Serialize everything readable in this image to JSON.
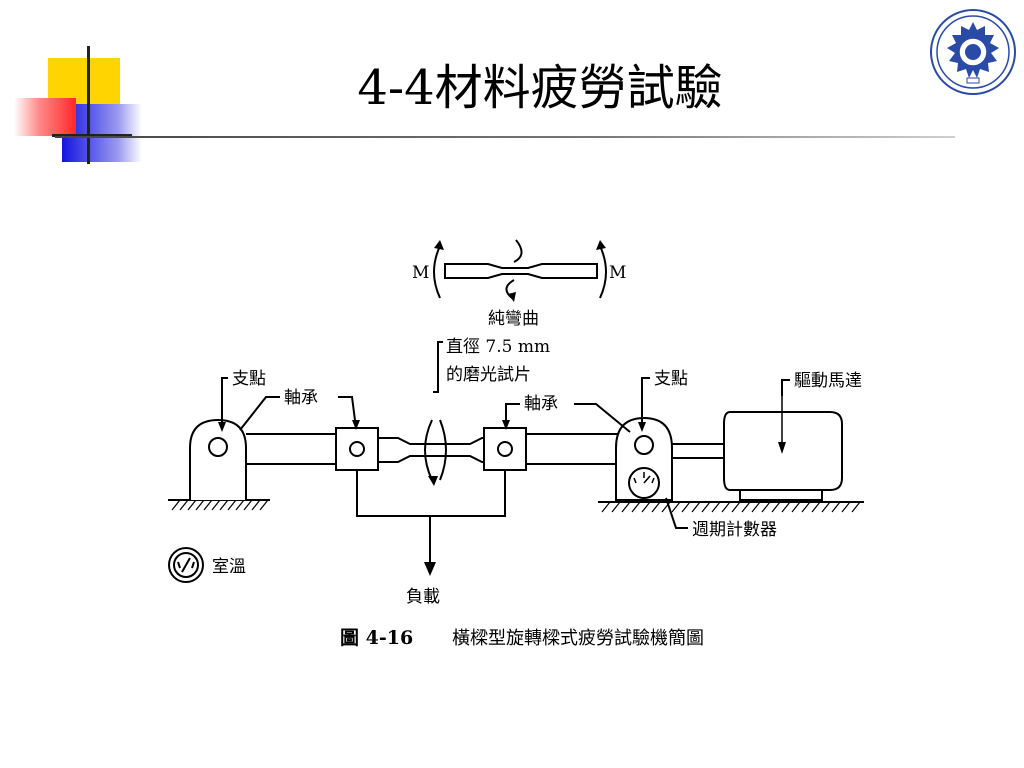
{
  "slide": {
    "title": "4-4材料疲勞試驗",
    "logo_icon": "nanya-institute-seal-icon"
  },
  "figure": {
    "caption_number": "圖 4-16",
    "caption_text": "橫樑型旋轉樑式疲勞試驗機簡圖",
    "labels": {
      "moment_left": "M",
      "moment_right": "M",
      "pure_bending": "純彎曲",
      "specimen_line1": "直徑 7.5 mm",
      "specimen_line2": "的磨光試片",
      "support_left": "支點",
      "support_right": "支點",
      "bearing_left": "軸承",
      "bearing_right": "軸承",
      "drive_motor": "驅動馬達",
      "cycle_counter": "週期計數器",
      "room_temp": "室溫",
      "load": "負載"
    }
  },
  "colors": {
    "accent_yellow": "#ffd700",
    "accent_red": "#ff4a4a",
    "accent_blue": "#3a3af0",
    "logo_blue": "#2a4aa8"
  }
}
